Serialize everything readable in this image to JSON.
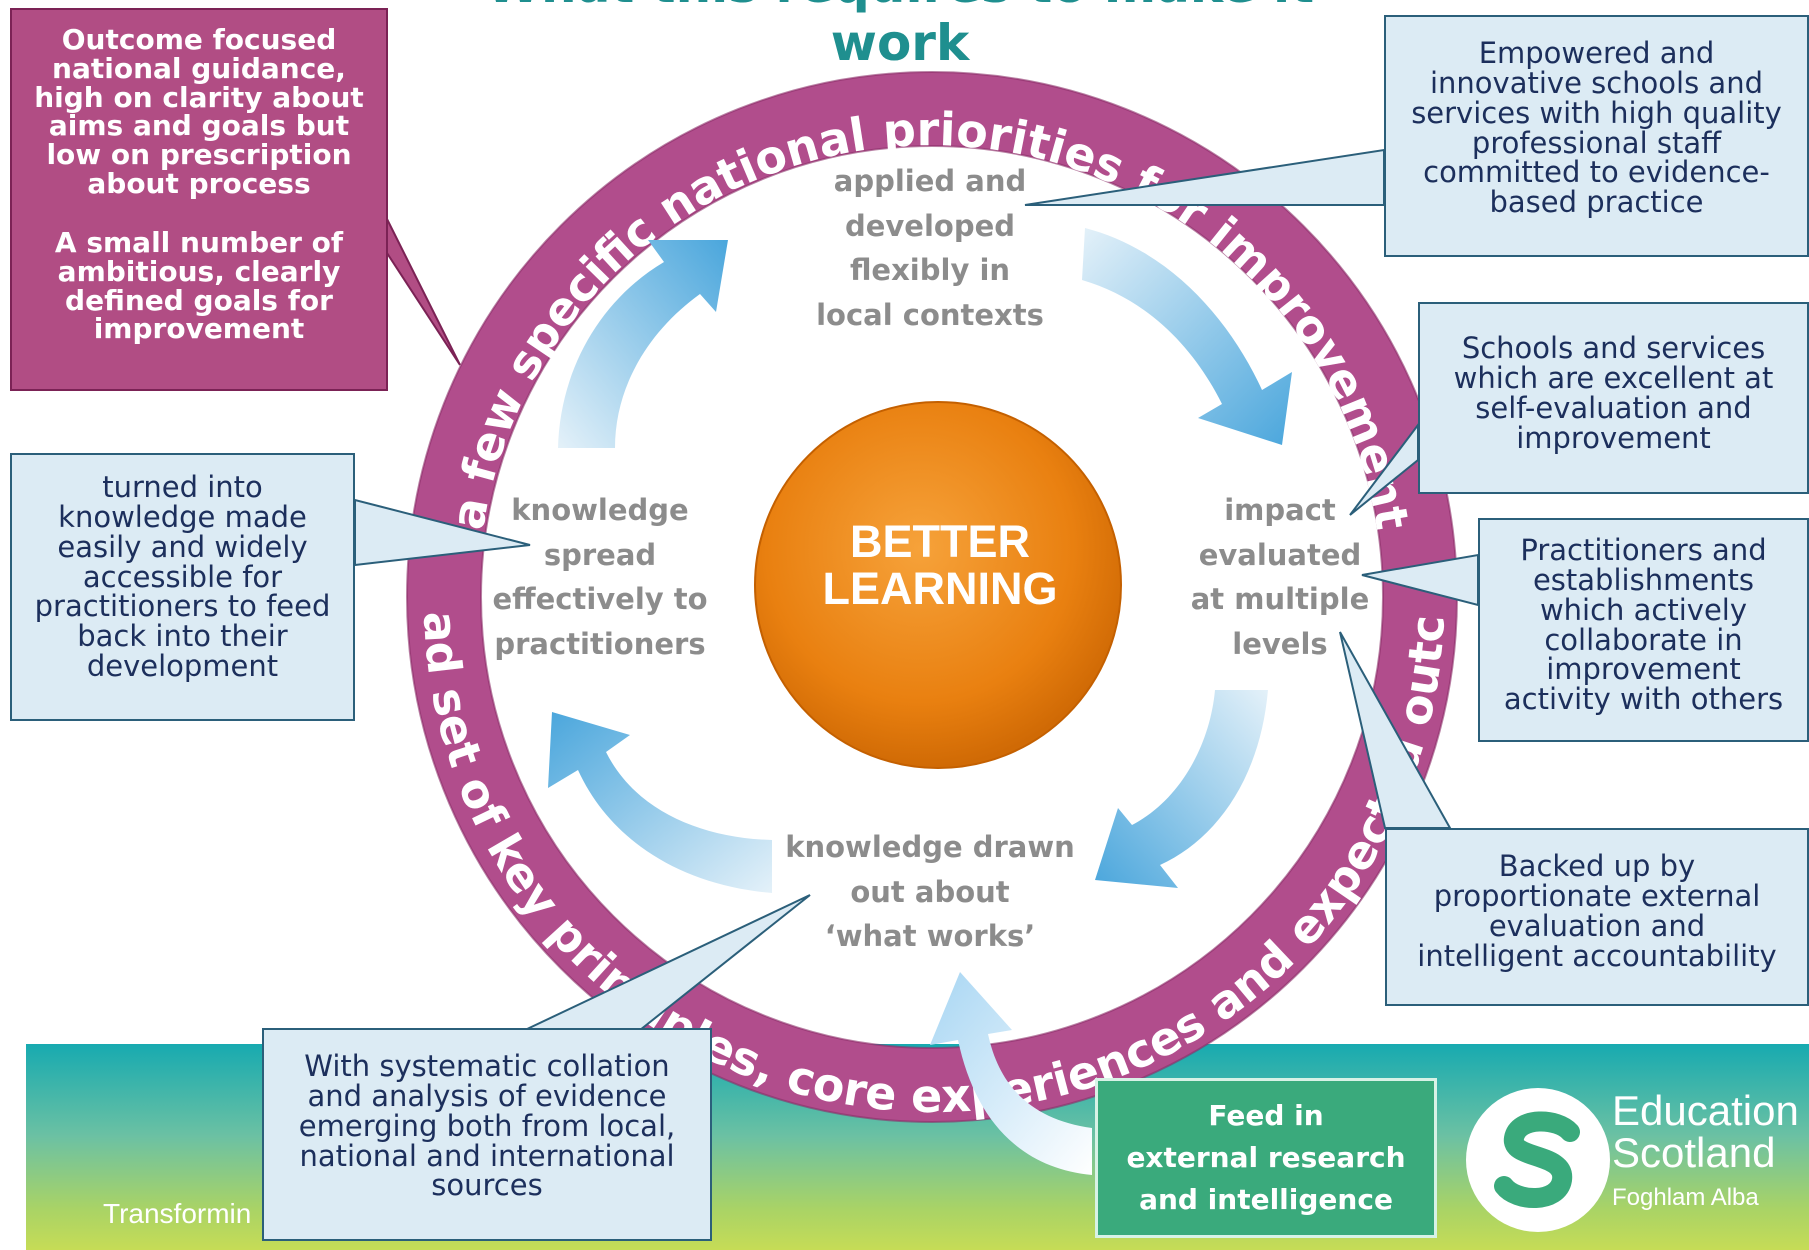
{
  "title": "What this requires to make it work",
  "ring": {
    "top_text": "a few specific national priorities for improvement",
    "bottom_text": "a broad set of key principles, core experiences and expected outcomes",
    "color": "#b14d8c"
  },
  "center": {
    "line1": "BETTER",
    "line2": "LEARNING",
    "color": "#e98010"
  },
  "cycle": {
    "top": [
      "applied and",
      "developed",
      "flexibly in",
      "local contexts"
    ],
    "right": [
      "impact",
      "evaluated",
      "at multiple",
      "levels"
    ],
    "bottom": [
      "knowledge drawn",
      "out about",
      "‘what works’"
    ],
    "left": [
      "knowledge",
      "spread",
      "effectively to",
      "practitioners"
    ]
  },
  "callouts": {
    "top_left": {
      "para1": [
        "Outcome focused",
        "national guidance,",
        "high on clarity about",
        "aims and goals but",
        "low on prescription",
        "about process"
      ],
      "para2": [
        "A small number of",
        "ambitious, clearly",
        "defined goals for",
        "improvement"
      ]
    },
    "top_right": [
      "Empowered and",
      "innovative schools and",
      "services with high quality",
      "professional staff",
      "committed to evidence-",
      "based practice"
    ],
    "right_1": [
      "Schools and services",
      "which are excellent at",
      "self-evaluation and",
      "improvement"
    ],
    "right_2": [
      "Practitioners and",
      "establishments",
      "which actively",
      "collaborate in",
      "improvement",
      "activity with others"
    ],
    "right_3": [
      "Backed up by",
      "proportionate external",
      "evaluation and",
      "intelligent accountability"
    ],
    "left": [
      "turned into",
      "knowledge made",
      "easily and widely",
      "accessible for",
      "practitioners to feed",
      "back into their",
      "development"
    ],
    "bottom_left": [
      "With systematic collation",
      "and analysis of evidence",
      "emerging both from local,",
      "national and international",
      "sources"
    ],
    "feed_in": [
      "Feed in",
      "external research",
      "and intelligence"
    ]
  },
  "footer": {
    "text": "Transformin"
  },
  "logo": {
    "line1": "Education",
    "line2": "Scotland",
    "line3": "Foghlam Alba"
  },
  "colors": {
    "teal_title": "#1f8f8f",
    "arrow_blue": "#5aaee0",
    "callout_blue": "#dcebf4",
    "callout_magenta": "#b14d84",
    "callout_green": "#3aaa7c"
  }
}
